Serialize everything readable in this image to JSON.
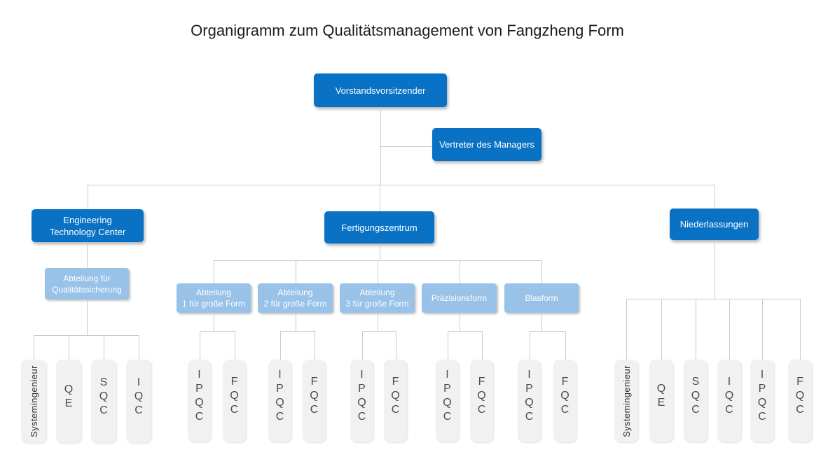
{
  "title": "Organigramm zum Qualitätsmanagement von Fangzheng Form",
  "colors": {
    "primary_box": "#0a72c4",
    "secondary_box": "#98c2e8",
    "leaf_box": "#f1f1f1",
    "box_text": "#ffffff",
    "leaf_text": "#4d4d4d",
    "rotated_leaf_text": "#303030",
    "connector_line": "#cbcbcb",
    "title_text": "#1b1b1b",
    "background": "#ffffff"
  },
  "org_chart": {
    "type": "org-tree",
    "nodes": [
      {
        "id": "vorstand",
        "label": "Vorstandsvorsitzender",
        "style": "primary",
        "parent": null
      },
      {
        "id": "vertreter",
        "label": "Vertreter des Managers",
        "style": "primary",
        "parent": "vorstand",
        "connector": "side"
      },
      {
        "id": "etc",
        "label": "Engineering\nTechnology Center",
        "style": "primary",
        "parent": "vorstand"
      },
      {
        "id": "fertigung",
        "label": "Fertigungszentrum",
        "style": "primary",
        "parent": "vorstand"
      },
      {
        "id": "nieder",
        "label": "Niederlassungen",
        "style": "primary",
        "parent": "vorstand"
      },
      {
        "id": "qs",
        "label": "Abteilung für\nQualitätssicherung",
        "style": "secondary",
        "parent": "etc"
      },
      {
        "id": "abt1",
        "label": "Abteilung\n1 für große Form",
        "style": "secondary",
        "parent": "fertigung"
      },
      {
        "id": "abt2",
        "label": "Abteilung\n2 für große Form",
        "style": "secondary",
        "parent": "fertigung"
      },
      {
        "id": "abt3",
        "label": "Abteilung\n3 für große Form",
        "style": "secondary",
        "parent": "fertigung"
      },
      {
        "id": "praez",
        "label": "Präzisionsform",
        "style": "secondary",
        "parent": "fertigung"
      },
      {
        "id": "blas",
        "label": "Blasform",
        "style": "secondary",
        "parent": "fertigung"
      },
      {
        "id": "qs_sys",
        "label": "Systemingenieur",
        "style": "leaf",
        "orientation": "rotated",
        "parent": "qs"
      },
      {
        "id": "qs_qe",
        "label": "QE",
        "style": "leaf",
        "orientation": "stacked",
        "parent": "qs"
      },
      {
        "id": "qs_sqc",
        "label": "SQC",
        "style": "leaf",
        "orientation": "stacked",
        "parent": "qs"
      },
      {
        "id": "qs_iqc",
        "label": "IQC",
        "style": "leaf",
        "orientation": "stacked",
        "parent": "qs"
      },
      {
        "id": "abt1_ipqc",
        "label": "IPQC",
        "style": "leaf",
        "orientation": "stacked",
        "parent": "abt1"
      },
      {
        "id": "abt1_fqc",
        "label": "FQC",
        "style": "leaf",
        "orientation": "stacked",
        "parent": "abt1"
      },
      {
        "id": "abt2_ipqc",
        "label": "IPQC",
        "style": "leaf",
        "orientation": "stacked",
        "parent": "abt2"
      },
      {
        "id": "abt2_fqc",
        "label": "FQC",
        "style": "leaf",
        "orientation": "stacked",
        "parent": "abt2"
      },
      {
        "id": "abt3_ipqc",
        "label": "IPQC",
        "style": "leaf",
        "orientation": "stacked",
        "parent": "abt3"
      },
      {
        "id": "abt3_fqc",
        "label": "FQC",
        "style": "leaf",
        "orientation": "stacked",
        "parent": "abt3"
      },
      {
        "id": "praez_ipqc",
        "label": "IPQC",
        "style": "leaf",
        "orientation": "stacked",
        "parent": "praez"
      },
      {
        "id": "praez_fqc",
        "label": "FQC",
        "style": "leaf",
        "orientation": "stacked",
        "parent": "praez"
      },
      {
        "id": "blas_ipqc",
        "label": "IPQC",
        "style": "leaf",
        "orientation": "stacked",
        "parent": "blas"
      },
      {
        "id": "blas_fqc",
        "label": "FQC",
        "style": "leaf",
        "orientation": "stacked",
        "parent": "blas"
      },
      {
        "id": "nd_sys",
        "label": "Systemingenieur",
        "style": "leaf",
        "orientation": "rotated",
        "parent": "nieder"
      },
      {
        "id": "nd_qe",
        "label": "QE",
        "style": "leaf",
        "orientation": "stacked",
        "parent": "nieder"
      },
      {
        "id": "nd_sqc",
        "label": "SQC",
        "style": "leaf",
        "orientation": "stacked",
        "parent": "nieder"
      },
      {
        "id": "nd_iqc",
        "label": "IQC",
        "style": "leaf",
        "orientation": "stacked",
        "parent": "nieder"
      },
      {
        "id": "nd_ipqc",
        "label": "IPQC",
        "style": "leaf",
        "orientation": "stacked",
        "parent": "nieder"
      },
      {
        "id": "nd_fqc",
        "label": "FQC",
        "style": "leaf",
        "orientation": "stacked",
        "parent": "nieder"
      }
    ]
  }
}
